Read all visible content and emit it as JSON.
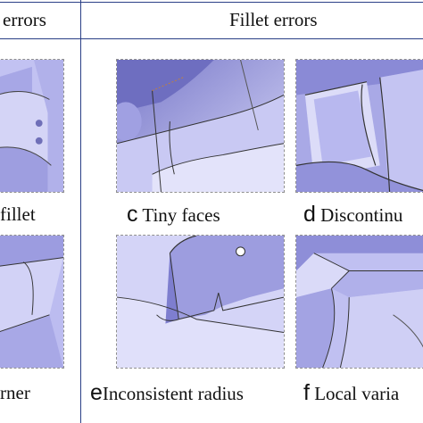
{
  "header": {
    "left": "errors",
    "right": "Fillet errors"
  },
  "captions": [
    {
      "letter": "",
      "text": "fillet"
    },
    {
      "letter": "c",
      "text": " Tiny faces"
    },
    {
      "letter": "d",
      "text": " Discontinu"
    },
    {
      "letter": "",
      "text": "rner"
    },
    {
      "letter": "e",
      "text": "Inconsistent radius"
    },
    {
      "letter": "f",
      "text": " Local varia"
    }
  ],
  "colors": {
    "rule": "#2a3f86",
    "panel_border": "#8f8f8f",
    "surface": "#b8b8f0"
  }
}
